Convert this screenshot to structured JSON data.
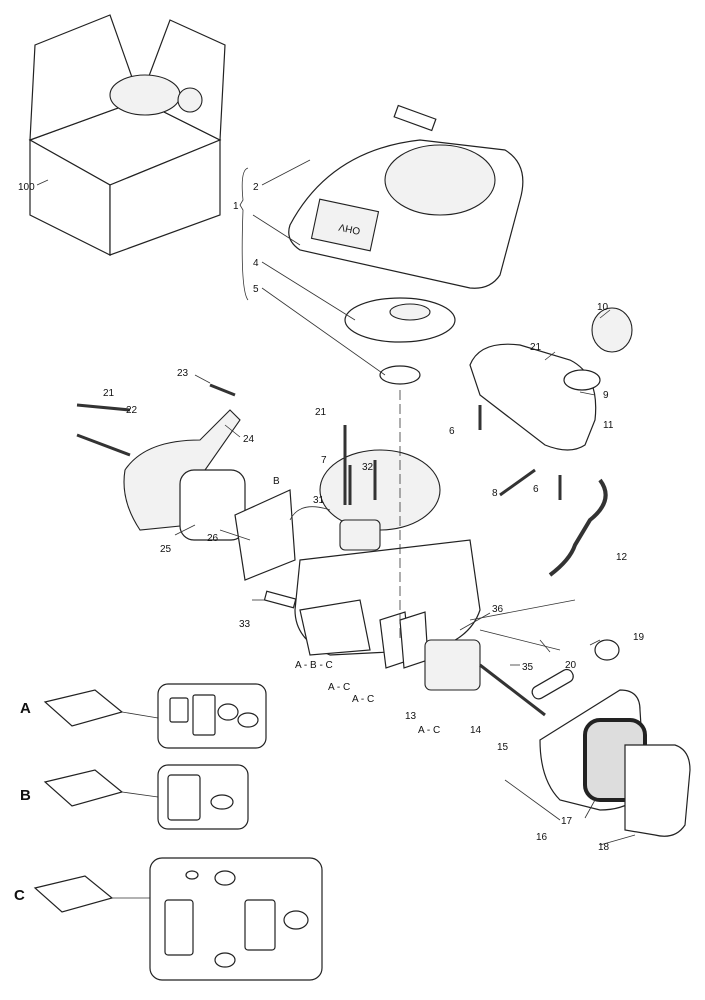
{
  "diagram": {
    "part_labels": {
      "p100": "100",
      "p1": "1",
      "p2": "2",
      "p4": "4",
      "p5": "5",
      "p10": "10",
      "p21a": "21",
      "p9": "9",
      "p23": "23",
      "p21b": "21",
      "p22": "22",
      "p24": "24",
      "p6a": "6",
      "p11": "11",
      "p21c": "21",
      "p7": "7",
      "p32": "32",
      "p8": "8",
      "p6b": "6",
      "p31": "31",
      "pB": "B",
      "p12": "12",
      "p25": "25",
      "p26": "26",
      "p33": "33",
      "p36": "36",
      "p19": "19",
      "p35": "35",
      "p20": "20",
      "pABC": "A - B - C",
      "pAC1": "A - C",
      "pAC2": "A - C",
      "p13": "13",
      "pAC3": "A - C",
      "p14": "14",
      "p15": "15",
      "p17": "17",
      "p16": "16",
      "p18": "18"
    },
    "kit_labels": {
      "a": "A",
      "b": "B",
      "c": "C"
    },
    "cover_text": "OHV"
  }
}
